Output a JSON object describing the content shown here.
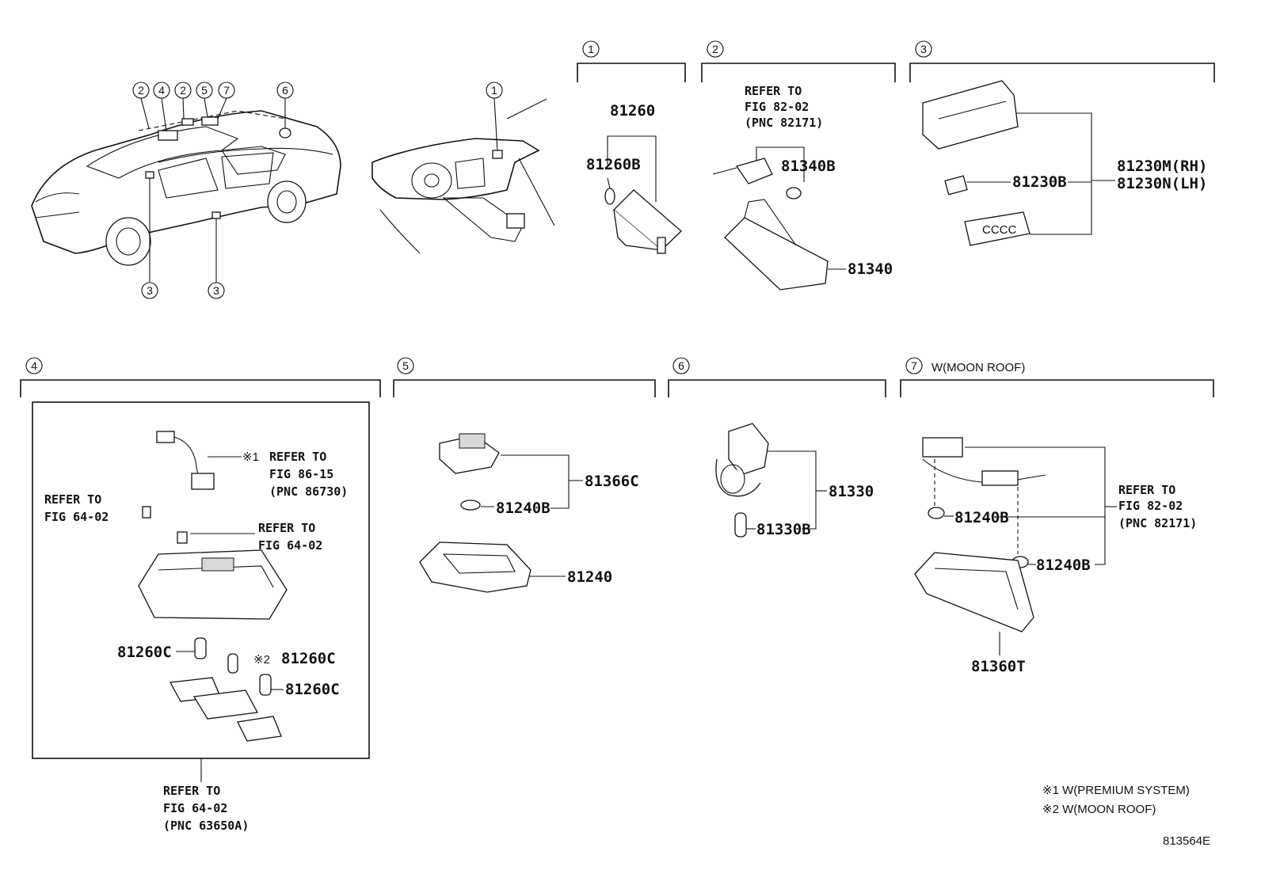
{
  "drawing_id": "813564E",
  "sections": {
    "s1": {
      "marker": "1",
      "parts": [
        "81260",
        "81260B"
      ]
    },
    "s2": {
      "marker": "2",
      "refer": [
        "REFER TO",
        "FIG 82-02",
        "(PNC 82171)"
      ],
      "parts": [
        "81340B",
        "81340"
      ]
    },
    "s3": {
      "marker": "3",
      "parts": [
        "81230B",
        "81230M(RH)",
        "81230N(LH)"
      ]
    },
    "s4": {
      "marker": "4",
      "note1_mark": "※1",
      "refer_a": [
        "REFER TO",
        "FIG 86-15",
        "(PNC 86730)"
      ],
      "refer_b": [
        "REFER TO",
        "FIG 64-02"
      ],
      "refer_c": [
        "REFER TO",
        "FIG 64-02"
      ],
      "refer_d": [
        "REFER TO",
        "FIG 64-02",
        "(PNC 63650A)"
      ],
      "note2_mark": "※2",
      "parts": [
        "81260C",
        "81260C",
        "81260C"
      ]
    },
    "s5": {
      "marker": "5",
      "parts": [
        "81366C",
        "81240B",
        "81240"
      ]
    },
    "s6": {
      "marker": "6",
      "parts": [
        "81330",
        "81330B"
      ]
    },
    "s7": {
      "marker": "7",
      "condition": "W(MOON ROOF)",
      "refer": [
        "REFER TO",
        "FIG 82-02",
        "(PNC 82171)"
      ],
      "parts": [
        "81240B",
        "81240B",
        "81360T"
      ]
    }
  },
  "car_view_markers": [
    "2",
    "4",
    "2",
    "5",
    "7",
    "6",
    "3",
    "3"
  ],
  "dash_view_marker": "1",
  "notes": [
    "※1 W(PREMIUM SYSTEM)",
    "※2 W(MOON ROOF)"
  ]
}
